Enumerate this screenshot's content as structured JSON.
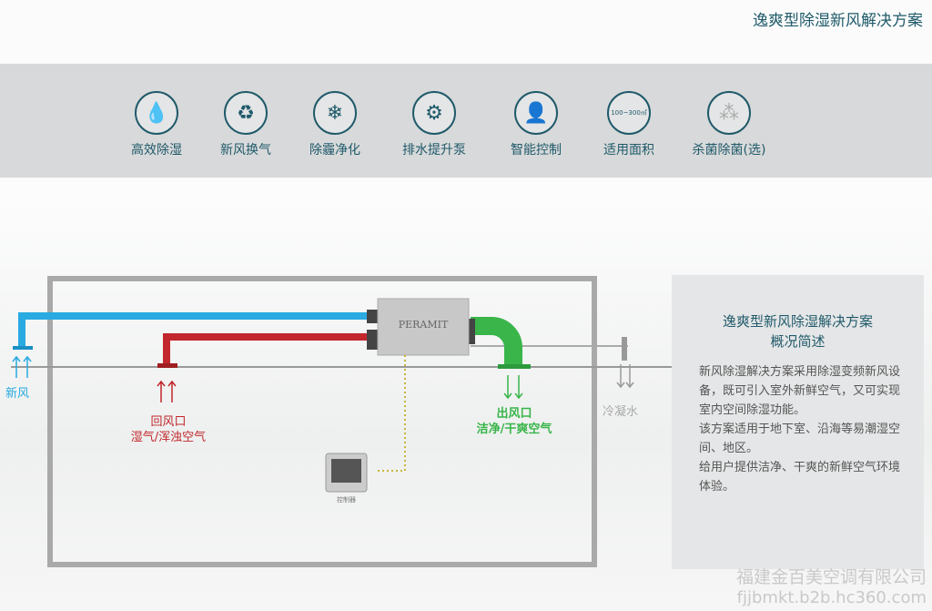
{
  "title": "逸爽型除湿新风解决方案",
  "features": [
    {
      "icon": "water-drop-icon",
      "glyph": "💧",
      "label": "高效除湿"
    },
    {
      "icon": "recycle-icon",
      "glyph": "♻",
      "label": "新风换气"
    },
    {
      "icon": "snowflake-icon",
      "glyph": "❄",
      "label": "除霾净化"
    },
    {
      "icon": "pump-icon",
      "glyph": "⚙",
      "label": "排水提升泵"
    },
    {
      "icon": "person-icon",
      "glyph": "👤",
      "label": "智能控制"
    },
    {
      "icon": "area-icon",
      "glyph": "100~300㎡",
      "label": "适用面积"
    },
    {
      "icon": "germ-icon",
      "glyph": "⁂",
      "label": "杀菌除菌(选)"
    }
  ],
  "diagram": {
    "unit_brand": "PERAMIT",
    "fresh_air": "新风",
    "return_title": "回风口",
    "return_desc": "湿气/浑浊空气",
    "outlet_title": "出风口",
    "outlet_desc": "洁净/干爽空气",
    "condensate": "冷凝水",
    "controller": "控制器"
  },
  "panel": {
    "title1": "逸爽型新风除湿解决方案",
    "title2": "概况简述",
    "p1": "新风除湿解决方案采用除湿变频新风设备，既可引入室外新鲜空气，又可实现室内空间除湿功能。",
    "p2": "该方案适用于地下室、沿海等易潮湿空间、地区。",
    "p3": "给用户提供洁净、干爽的新鲜空气环境体验。"
  },
  "watermark": {
    "company": "福建金百美空调有限公司",
    "site": "fjjbmkt.b2b.hc360.com"
  },
  "colors": {
    "teal": "#1f5a6a",
    "fresh": "#29aae1",
    "return": "#c1272d",
    "outlet": "#39b54a"
  }
}
